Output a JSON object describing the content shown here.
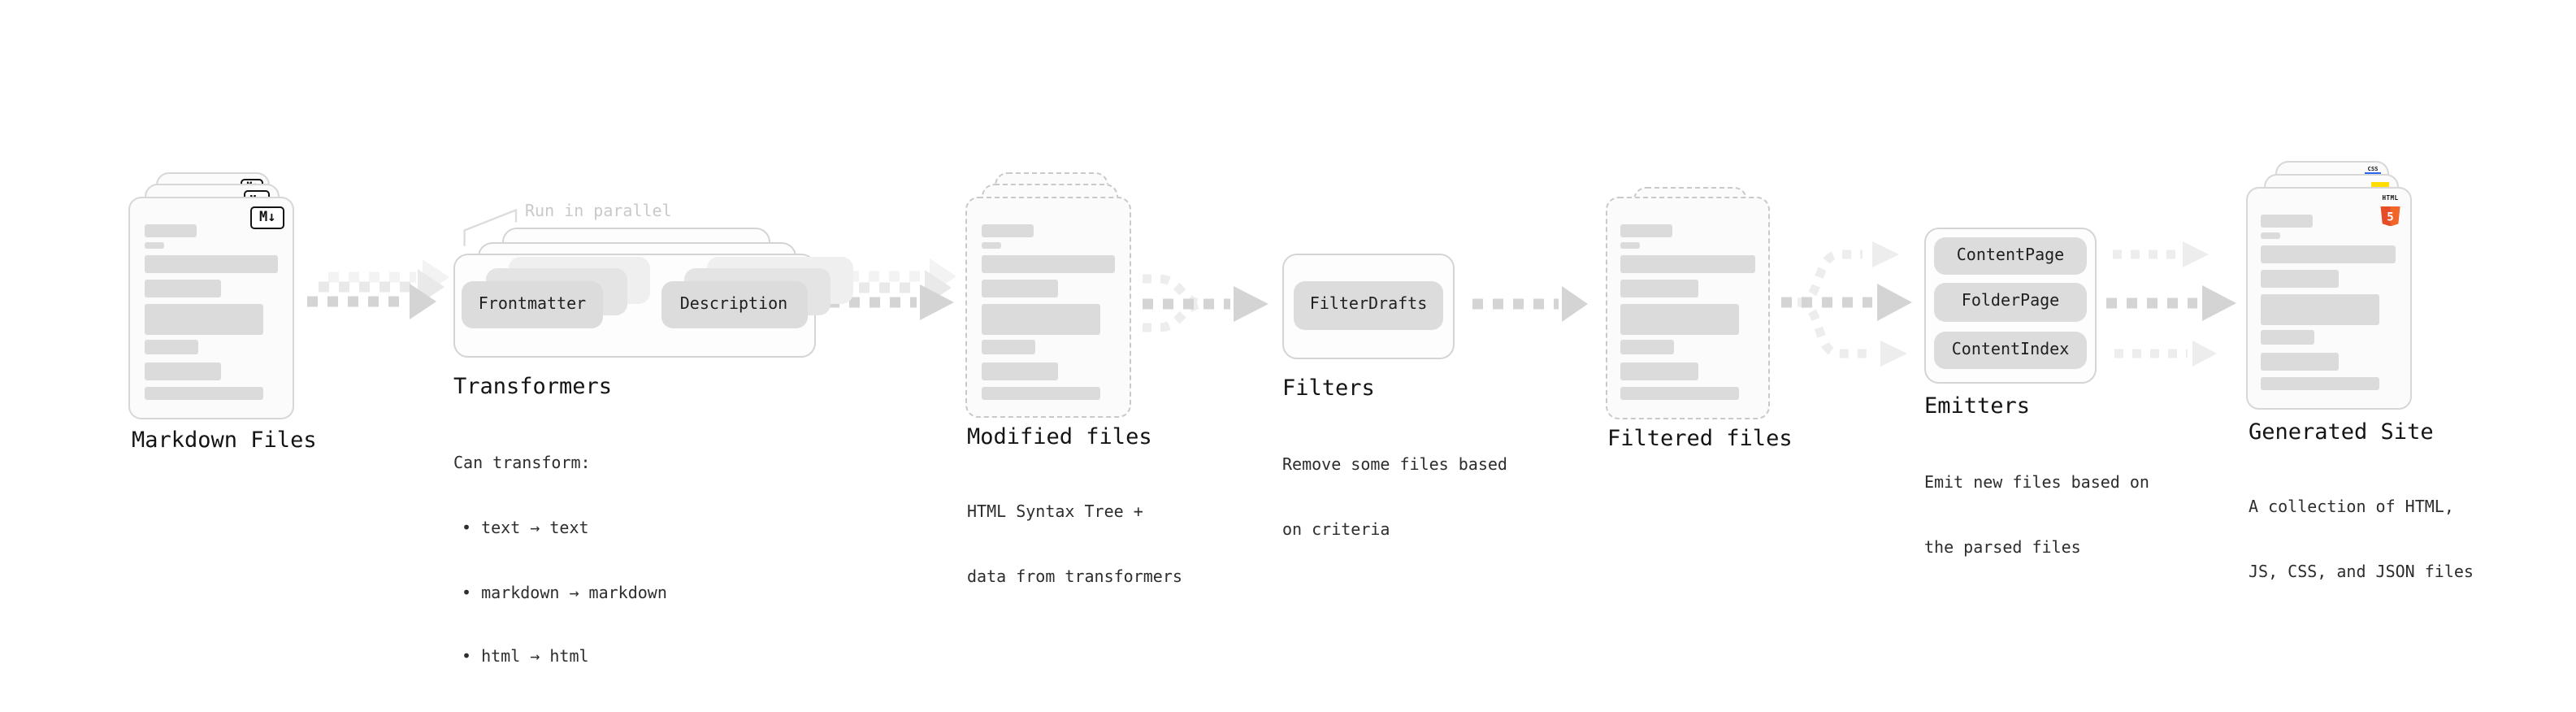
{
  "colors": {
    "html5_orange": "#e44d26",
    "html5_orange_light": "#f16529",
    "js_yellow": "#ffdd00",
    "css_blue": "#2965f1",
    "arrow_gray": "#d4d4d4",
    "arrow_light": "#ededed",
    "bar_gray": "#dbdbdb"
  },
  "markdown_files": {
    "label": "Markdown Files",
    "icon_text": "M↓"
  },
  "transformers": {
    "heading": "Transformers",
    "note": "Run in parallel",
    "box1": "Frontmatter",
    "box2": "Description",
    "desc": [
      "Can transform:",
      "• text → text",
      "• markdown → markdown",
      "• html → html"
    ]
  },
  "modified_files": {
    "label": "Modified files",
    "desc": [
      "HTML Syntax Tree +",
      "data from transformers"
    ]
  },
  "filters": {
    "heading": "Filters",
    "box": "FilterDrafts",
    "desc": [
      "Remove some files based",
      "on criteria"
    ]
  },
  "filtered_files": {
    "label": "Filtered files"
  },
  "emitters": {
    "heading": "Emitters",
    "boxes": [
      "ContentPage",
      "FolderPage",
      "ContentIndex"
    ],
    "desc": [
      "Emit new files based on",
      "the parsed files"
    ]
  },
  "generated_site": {
    "label": "Generated Site",
    "desc": [
      "A collection of HTML,",
      "JS, CSS, and JSON files"
    ],
    "badges": {
      "css": "CSS",
      "html_top": "HTML",
      "html_number": "5"
    }
  }
}
